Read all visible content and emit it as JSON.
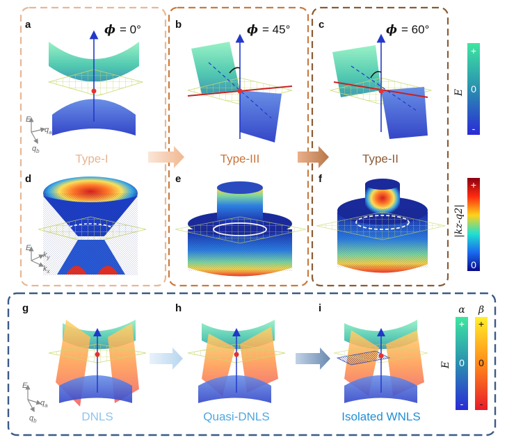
{
  "panels": {
    "a": {
      "label": "a",
      "phi_value": "= 0°",
      "type_label": "Type-I"
    },
    "b": {
      "label": "b",
      "phi_value": "= 45°",
      "type_label": "Type-III"
    },
    "c": {
      "label": "c",
      "phi_value": "= 60°",
      "type_label": "Type-II"
    },
    "d": {
      "label": "d"
    },
    "e": {
      "label": "e"
    },
    "f": {
      "label": "f"
    },
    "g": {
      "label": "g",
      "type_label": "DNLS"
    },
    "h": {
      "label": "h",
      "type_label": "Quasi-DNLS"
    },
    "i": {
      "label": "i",
      "type_label": "Isolated WNLS"
    }
  },
  "phi_symbol": "ϕ",
  "axes_top": {
    "e": "E",
    "a": "q",
    "a_sub": "a",
    "b": "q",
    "b_sub": "b"
  },
  "axes_mid": {
    "e": "E",
    "y": "k",
    "y_sub": "y",
    "x": "k",
    "x_sub": "x"
  },
  "axes_bottom": {
    "e": "E",
    "a": "q",
    "a_sub": "a",
    "b": "q",
    "b_sub": "b"
  },
  "colorbar_energy": {
    "title": "E",
    "plus": "+",
    "zero": "0",
    "minus": "-"
  },
  "colorbar_k": {
    "title": "|kz-q2|",
    "plus": "+",
    "zero": "0"
  },
  "colorbar_ab": {
    "alpha": "α",
    "beta": "β",
    "e_label": "E",
    "plus": "+",
    "zero": "0",
    "minus": "-"
  },
  "colors": {
    "frame_light": "#e7b795",
    "frame_mid": "#c87a3e",
    "frame_dark": "#8a5a33",
    "frame_blue": "#3a5a86",
    "type_I": "#e8b48f",
    "type_III": "#c8743a",
    "type_II": "#8b5a36",
    "dnls": "#8fc4ec",
    "quasi": "#4fa6e0",
    "isolated": "#1f8fd6"
  }
}
